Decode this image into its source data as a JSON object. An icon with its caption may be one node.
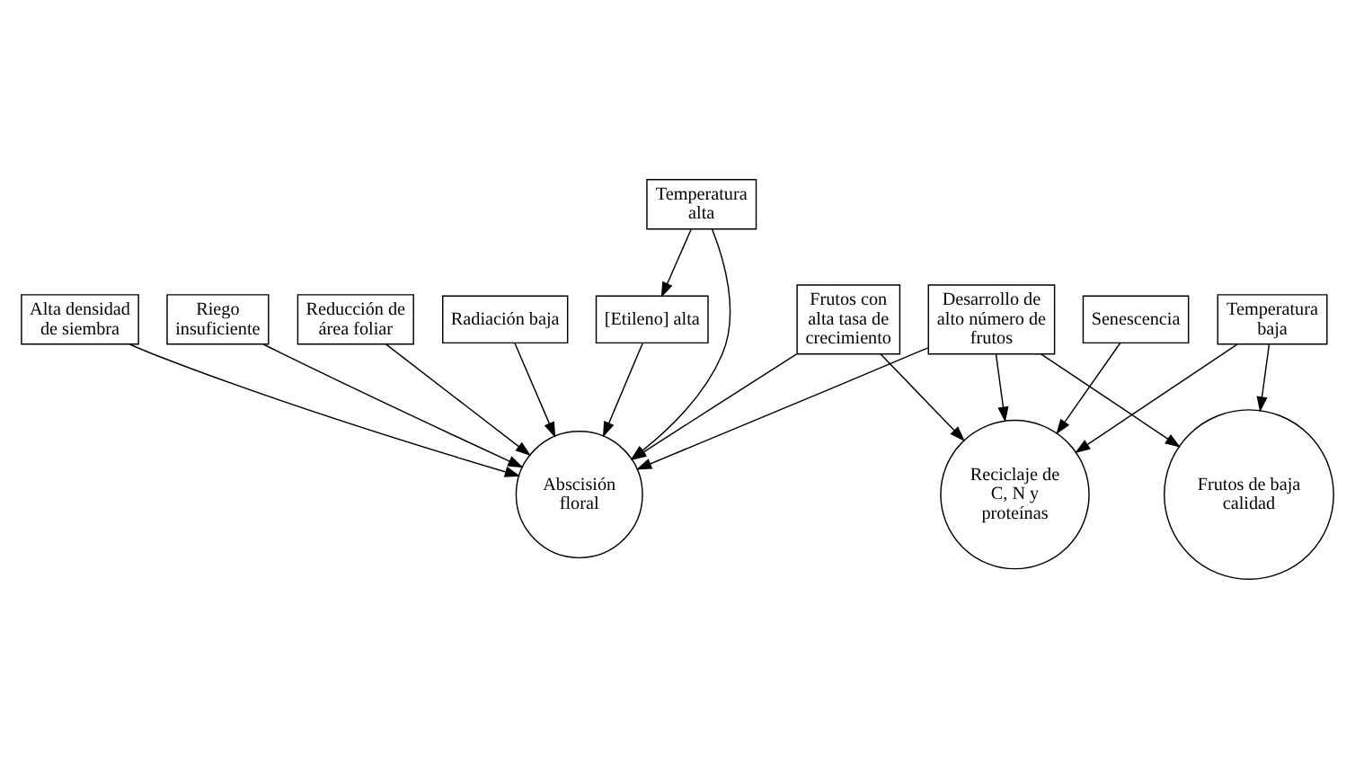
{
  "diagram": {
    "nodes": [
      {
        "text": [
          "Alta densidad de siembra"
        ]
      },
      {
        "text": [
          "Riego insuficiente"
        ]
      },
      {
        "text": [
          "Frutos con alta tasa de crecimiento"
        ]
      },
      {
        "text": [
          "Senescencia"
        ]
      },
      {
        "text": [
          "Reducción de área foliar"
        ]
      },
      {
        "text": [
          "Abscisión floral"
        ]
      },
      {
        "text": [
          "Desarrollo de alto número de frutos"
        ]
      },
      {
        "text": [
          "Reciclaje de C, N y proteínas"
        ]
      },
      {
        "text": [
          "Radiación baja"
        ]
      },
      {
        "text": [
          "Frutos de baja calidad"
        ]
      },
      {
        "text": [
          "[Etileno] alta"
        ]
      },
      {
        "text": [
          "Temperatura alta"
        ]
      },
      {
        "text": [
          "Temperatura baja"
        ]
      }
    ],
    "edges": [
      {
        "from": 0,
        "to": 5,
        "arrow": "to"
      },
      {
        "from": 1,
        "to": 5,
        "arrow": "to"
      },
      {
        "from": 2,
        "to": 5,
        "arrow": "to"
      },
      {
        "from": 2,
        "to": 7,
        "arrow": "to"
      },
      {
        "from": 3,
        "to": 7,
        "arrow": "to"
      },
      {
        "from": 4,
        "to": 5,
        "arrow": "to"
      },
      {
        "from": 8,
        "to": 5,
        "arrow": "to"
      },
      {
        "from": 10,
        "to": 5,
        "arrow": "to"
      },
      {
        "from": 11,
        "to": 5,
        "arrow": "to"
      },
      {
        "from": 11,
        "to": 10,
        "arrow": "to"
      },
      {
        "from": 6,
        "to": 5,
        "arrow": "to"
      },
      {
        "from": 6,
        "to": 7,
        "arrow": "to"
      },
      {
        "from": 6,
        "to": 9,
        "arrow": "to"
      },
      {
        "from": 12,
        "to": 9,
        "arrow": "to"
      },
      {
        "from": 12,
        "to": 7,
        "arrow": "to"
      }
    ]
  }
}
